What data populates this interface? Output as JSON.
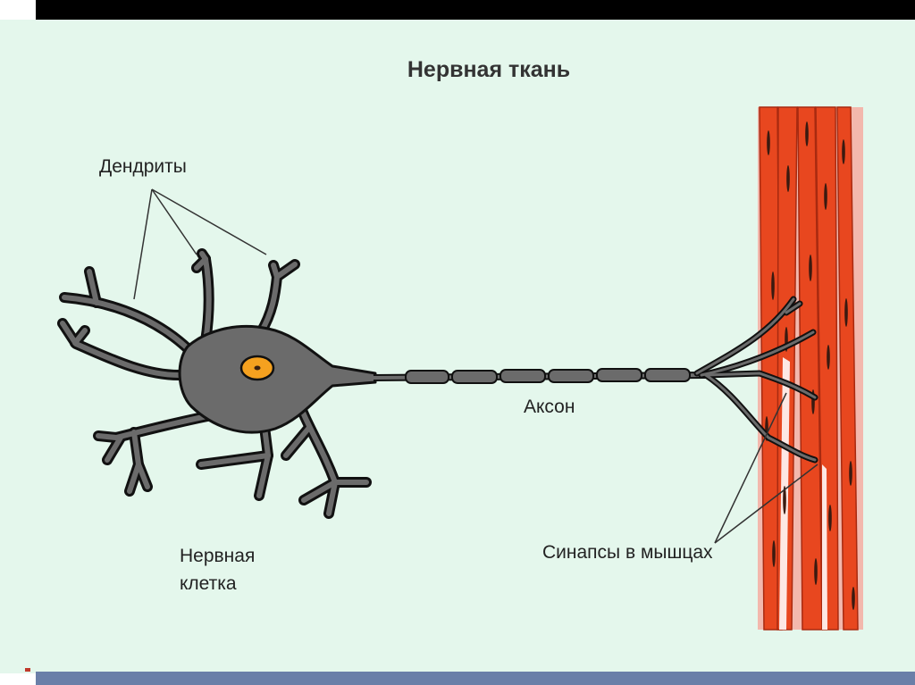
{
  "slide": {
    "title": "Нервная ткань",
    "labels": {
      "dendrites": "Дендриты",
      "axon": "Аксон",
      "cell_line1": "Нервная",
      "cell_line2": "клетка",
      "synapses": "Синапсы в мышцах"
    }
  },
  "colors": {
    "background": "#e4f7ec",
    "neuron": "#6b6b6b",
    "outline": "#111111",
    "nucleus": "#f5a11f",
    "muscle": "#e8471f",
    "muscle_light": "#ffffff",
    "header_bar": "#000000",
    "footer_bar": "#6a7fa8"
  }
}
